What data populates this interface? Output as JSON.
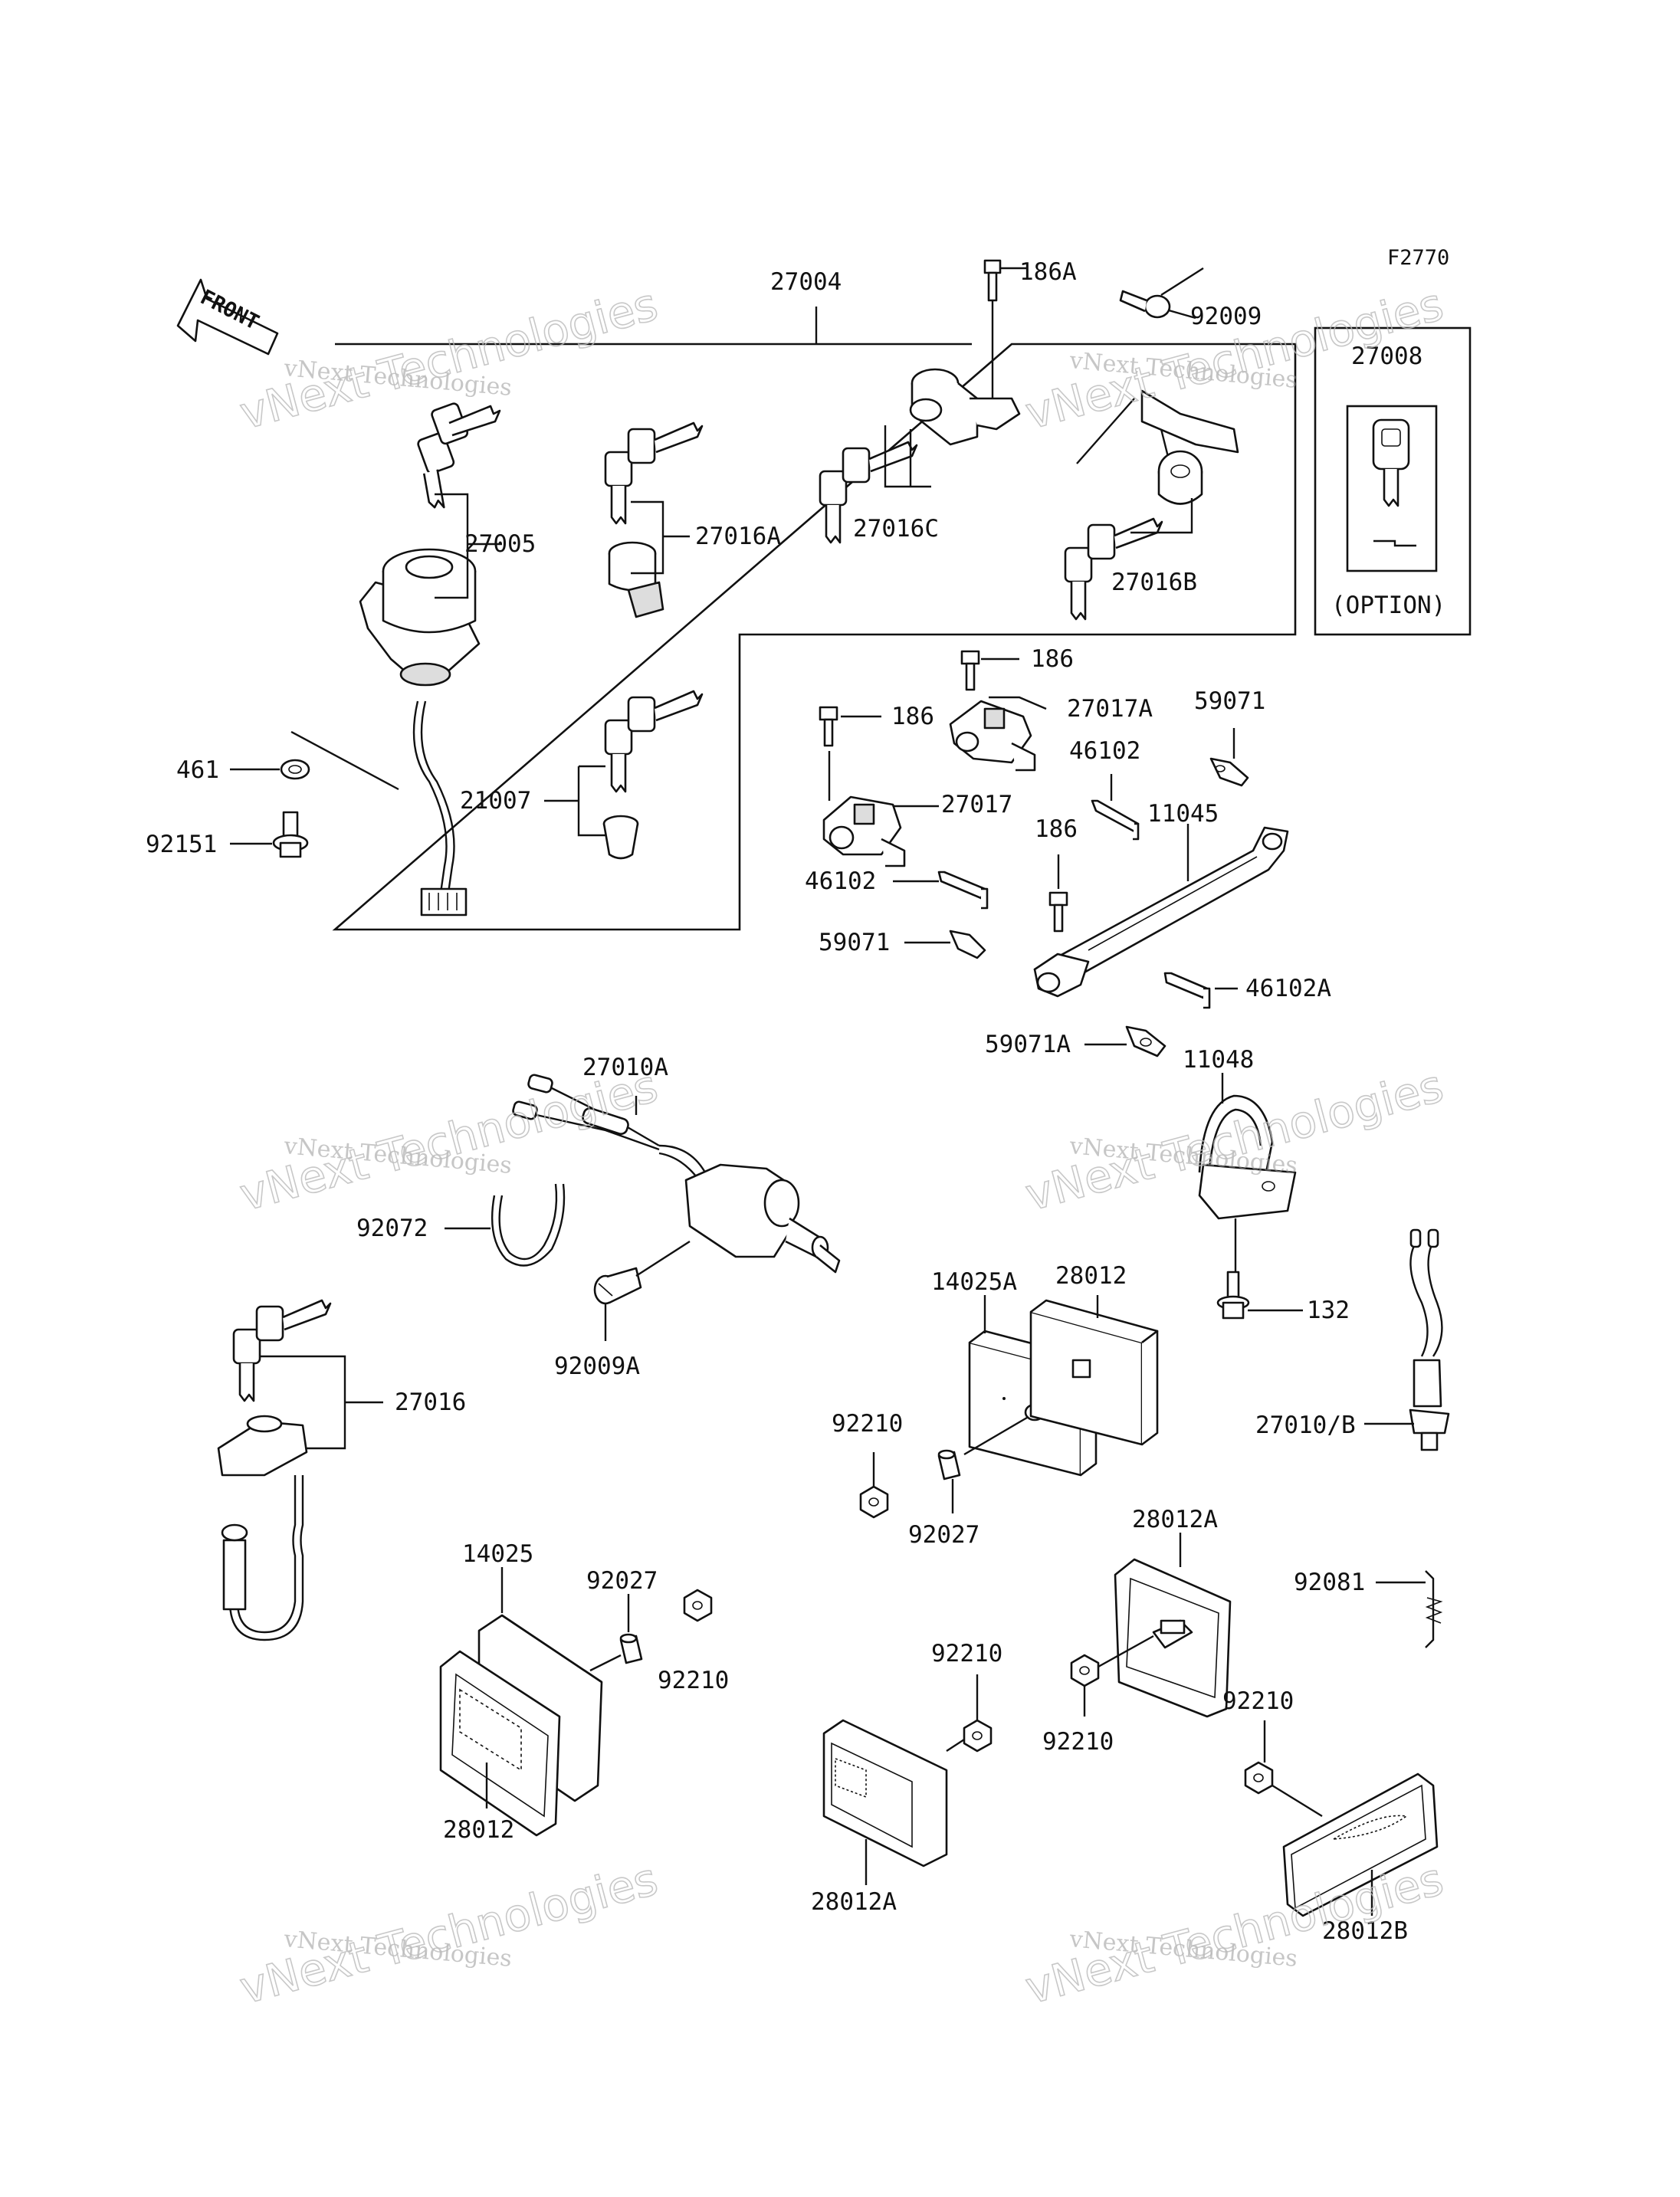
{
  "figure_code": "F2770",
  "front_label": "FRONT",
  "option_label": "(OPTION)",
  "watermark": {
    "small": "vNext Technologies",
    "big": "vNext Technologies"
  },
  "callouts": {
    "c27004": "27004",
    "c186A": "186A",
    "c92009": "92009",
    "c27008": "27008",
    "c27005": "27005",
    "c27016A": "27016A",
    "c27016C": "27016C",
    "c27016B": "27016B",
    "c461": "461",
    "c92151": "92151",
    "c21007": "21007",
    "c186a": "186",
    "c186b": "186",
    "c186c": "186",
    "c27017A": "27017A",
    "c27017": "27017",
    "c59071a": "59071",
    "c46102a": "46102",
    "c11045": "11045",
    "c46102b": "46102",
    "c59071b": "59071",
    "c46102A": "46102A",
    "c59071A": "59071A",
    "c11048": "11048",
    "c27010A": "27010A",
    "c92072": "92072",
    "c92009A": "92009A",
    "c14025A": "14025A",
    "c28012a": "28012",
    "c132": "132",
    "c27016": "27016",
    "c92210a": "92210",
    "c92027a": "92027",
    "c27010B": "27010/B",
    "c28012A_top": "28012A",
    "c92081": "92081",
    "c14025": "14025",
    "c92027b": "92027",
    "c92210b": "92210",
    "c92210c": "92210",
    "c92210d": "92210",
    "c92210e": "92210",
    "c28012b": "28012",
    "c28012A_bot": "28012A",
    "c28012B": "28012B"
  }
}
